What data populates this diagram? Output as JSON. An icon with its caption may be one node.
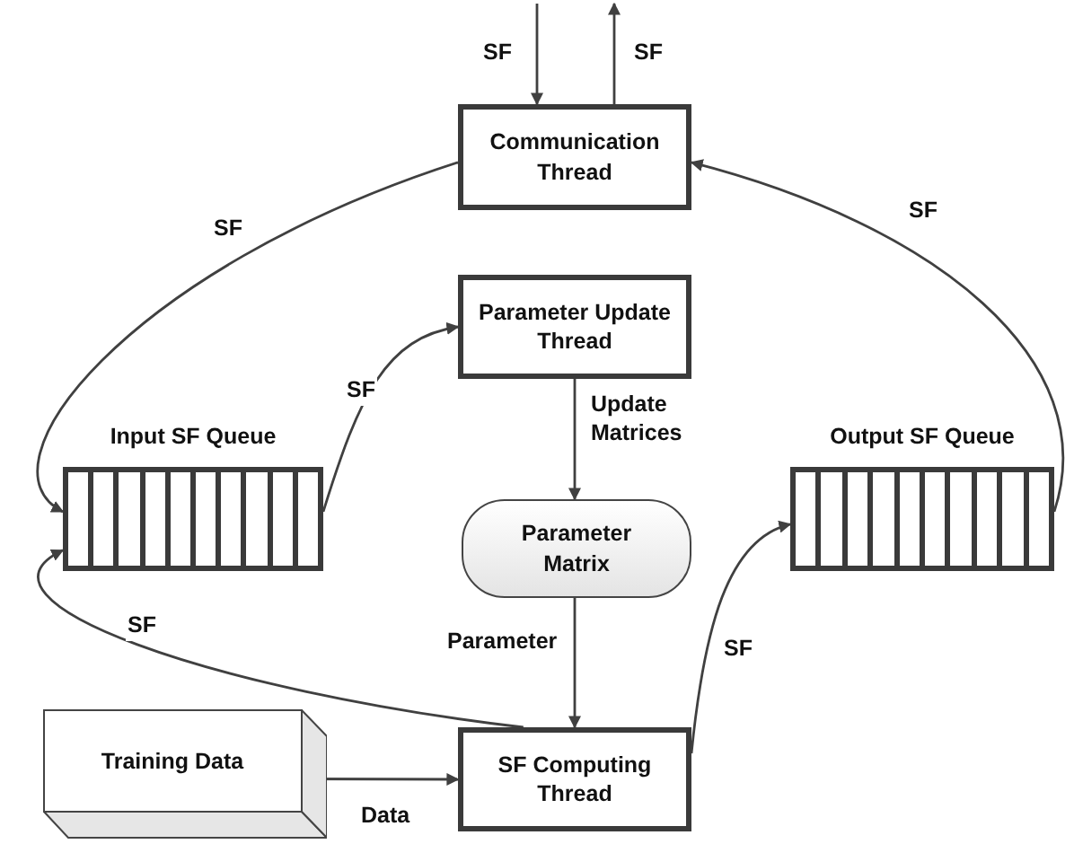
{
  "diagram": {
    "nodes": [
      {
        "text": [
          "Communication Thread"
        ]
      },
      {
        "text": [
          "Parameter Update Thread"
        ]
      },
      {
        "text": [
          "Input SF Queue"
        ]
      },
      {
        "text": [
          "Parameter Matrix"
        ]
      },
      {
        "text": [
          "Output SF Queue"
        ]
      },
      {
        "text": [
          "Training Data"
        ]
      },
      {
        "text": [
          "SF Computing Thread"
        ]
      }
    ],
    "edges": [
      {
        "from": null,
        "to": 0,
        "arrow": "to",
        "label": "SF"
      },
      {
        "from": 0,
        "to": null,
        "arrow": "to",
        "label": "SF"
      },
      {
        "from": 0,
        "to": 2,
        "arrow": "to",
        "label": "SF"
      },
      {
        "from": 4,
        "to": 0,
        "arrow": "to",
        "label": "SF"
      },
      {
        "from": 2,
        "to": 1,
        "arrow": "to",
        "label": "SF"
      },
      {
        "from": 1,
        "to": 3,
        "arrow": "to",
        "label": "Update Matrices"
      },
      {
        "from": 3,
        "to": 6,
        "arrow": "to",
        "label": "Parameter"
      },
      {
        "from": 6,
        "to": 2,
        "arrow": "to",
        "label": "SF"
      },
      {
        "from": 6,
        "to": 4,
        "arrow": "to",
        "label": "SF"
      },
      {
        "from": 5,
        "to": 6,
        "arrow": "to",
        "label": "Data"
      }
    ]
  }
}
